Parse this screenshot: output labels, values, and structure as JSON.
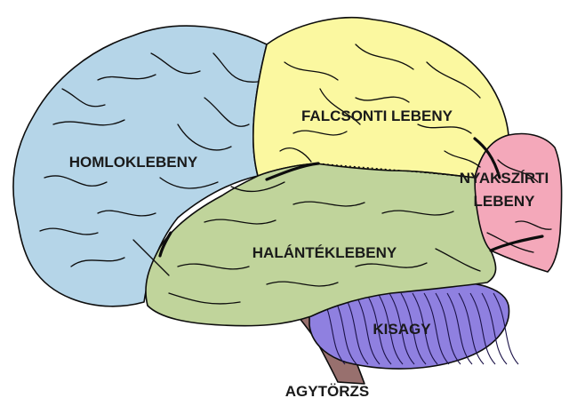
{
  "title": "",
  "colors": {
    "frontal": "#b5d5e8",
    "parietal": "#fbf8a0",
    "temporal": "#c0d49b",
    "occipital": "#f4a8ba",
    "cerebellum": "#8f80e0",
    "brainstem": "#98706e",
    "outline": "#0d0d0d"
  },
  "labels": {
    "frontal": "HOMLOKLEBENY",
    "parietal": "FALCSONTI LEBENY",
    "occipital_line1": "NYAKSZÍRTI",
    "occipital_line2": "LEBENY",
    "temporal": "HALÁNTÉKLEBENY",
    "cerebellum": "KISAGY",
    "brainstem": "AGYTÖRZS"
  }
}
